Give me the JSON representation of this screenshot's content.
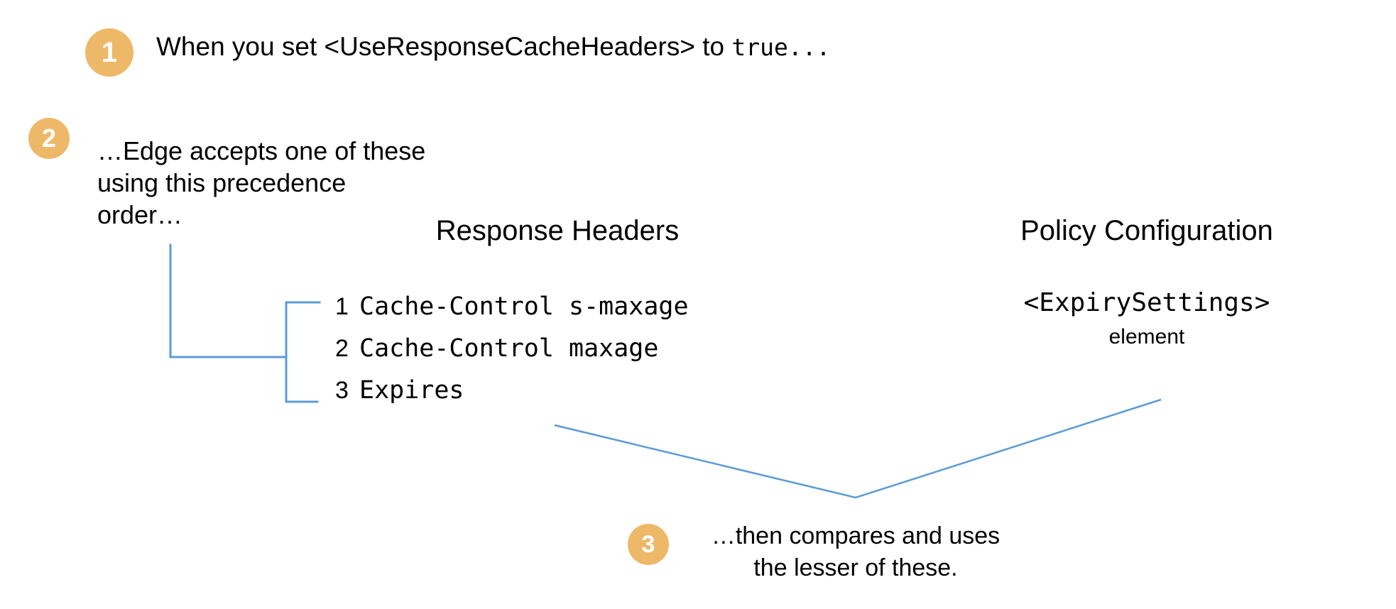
{
  "meta": {
    "title": "Edge response cache header precedence",
    "accent_color": "#EDB968",
    "connector_color": "#5B9BD5",
    "text_color": "#000000",
    "background_color": "#FFFFFF"
  },
  "steps": {
    "one": {
      "badge": "1",
      "text_before": "When you set <UseResponseCacheHeaders> to ",
      "text_mono": "true...",
      "full_text": "When you set <UseResponseCacheHeaders> to true..."
    },
    "two": {
      "badge": "2",
      "lines": [
        "…Edge accepts one of these",
        "using this precedence",
        "order…"
      ]
    },
    "three": {
      "badge": "3",
      "lines": [
        "…then compares and uses",
        "the lesser of these."
      ]
    }
  },
  "columns": {
    "response_headers": {
      "heading": "Response Headers",
      "items": [
        {
          "rank": "1",
          "value": "Cache-Control s-maxage"
        },
        {
          "rank": "2",
          "value": "Cache-Control maxage"
        },
        {
          "rank": "3",
          "value": "Expires"
        }
      ]
    },
    "policy_configuration": {
      "heading": "Policy Configuration",
      "element_name": "<ExpirySettings>",
      "element_word": "element"
    }
  }
}
